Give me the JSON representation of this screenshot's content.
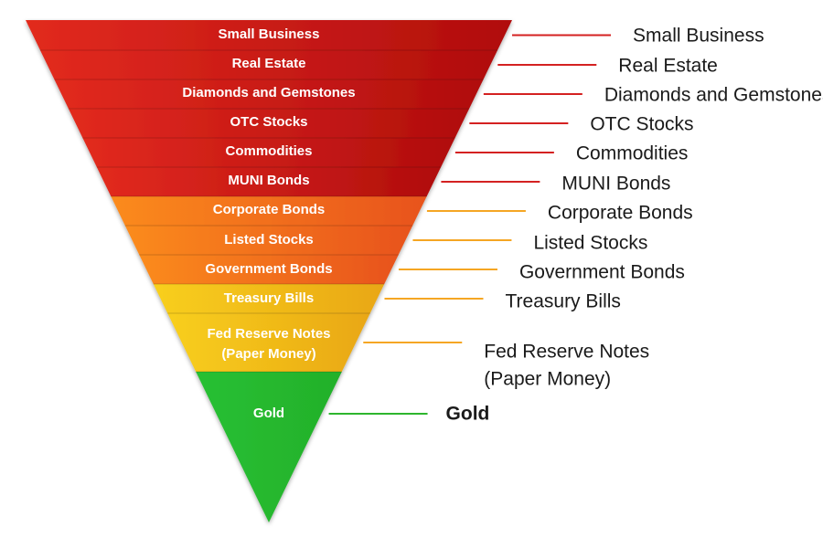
{
  "colors": {
    "red_dark": "#b00d0d",
    "red_light": "#e22a1f",
    "orange_dark": "#e8531a",
    "orange_light": "#fb8b1c",
    "yellow_dark": "#e9a716",
    "yellow_light": "#f8cf1c",
    "green_dark": "#23b02a",
    "green_light": "#28c033",
    "connector_red": "#d42121",
    "connector_orange": "#f5a623",
    "connector_green": "#2db52d"
  },
  "levels": [
    {
      "label": "Small Business",
      "side_label": "Small Business",
      "group": "red"
    },
    {
      "label": "Real Estate",
      "side_label": "Real Estate",
      "group": "red"
    },
    {
      "label": "Diamonds and Gemstones",
      "side_label": "Diamonds and Gemstones",
      "group": "red"
    },
    {
      "label": "OTC Stocks",
      "side_label": "OTC Stocks",
      "group": "red"
    },
    {
      "label": "Commodities",
      "side_label": "Commodities",
      "group": "red"
    },
    {
      "label": "MUNI Bonds",
      "side_label": "MUNI Bonds",
      "group": "red"
    },
    {
      "label": "Corporate Bonds",
      "side_label": "Corporate Bonds",
      "group": "orange"
    },
    {
      "label": "Listed Stocks",
      "side_label": "Listed Stocks",
      "group": "orange"
    },
    {
      "label": "Government Bonds",
      "side_label": "Government Bonds",
      "group": "orange"
    },
    {
      "label": "Treasury Bills",
      "side_label": "Treasury Bills",
      "group": "yellow"
    },
    {
      "label": "Fed Reserve Notes\n(Paper Money)",
      "side_label": "Fed Reserve Notes\n(Paper Money)",
      "group": "yellow"
    },
    {
      "label": "Gold",
      "side_label": "Gold",
      "group": "green"
    }
  ]
}
